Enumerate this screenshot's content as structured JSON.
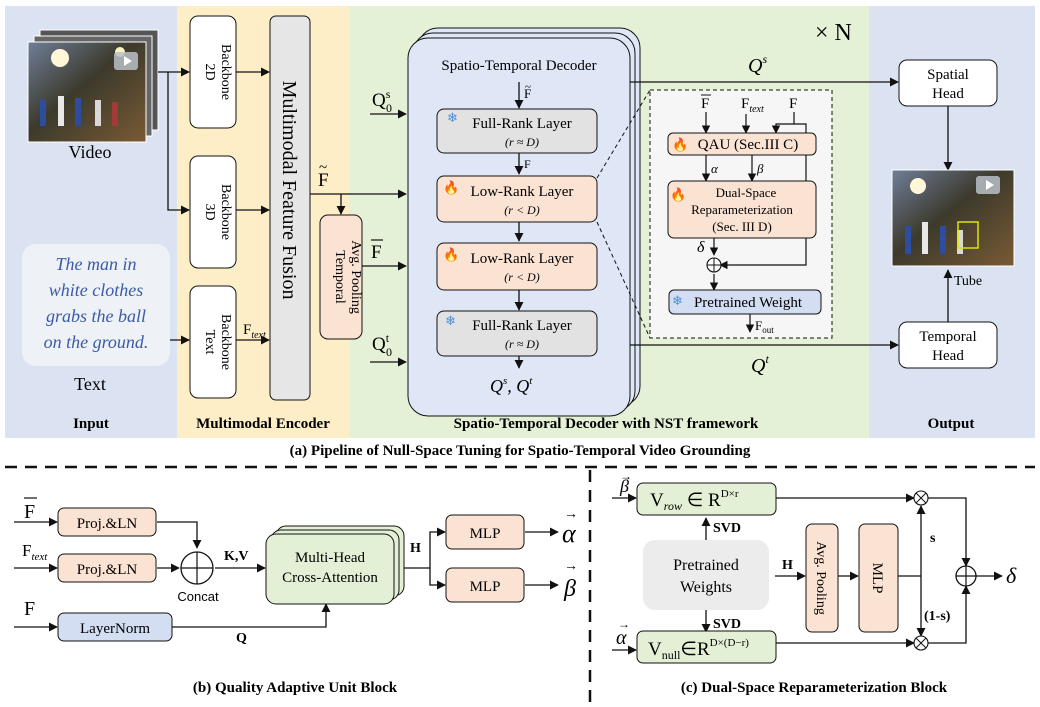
{
  "panel_a": {
    "sections": {
      "input": "Input",
      "encoder": "Multimodal Encoder",
      "decoder": "Spatio-Temporal Decoder with NST framework",
      "output": "Output"
    },
    "caption": "(a) Pipeline of Null-Space Tuning for Spatio-Temporal Video Grounding",
    "video_label": "Video",
    "text_label": "Text",
    "query_text": [
      "The man in",
      "white clothes",
      "grabs the ball",
      "on the ground."
    ],
    "backbones": [
      [
        "2D",
        "Backbone"
      ],
      [
        "3D",
        "Backbone"
      ],
      [
        "Text",
        "Backbone"
      ]
    ],
    "fusion_label": "Multimodal Feature Fusion",
    "pooling_label": [
      "Temporal",
      "Avg. Pooling"
    ],
    "f_text_label": "F",
    "f_text_sub": "text",
    "f_tilde": "F",
    "f_bar": "F",
    "q0s": "Q",
    "q0s_sup": "s",
    "q0s_sub": "0",
    "q0t": "Q",
    "q0t_sup": "t",
    "q0t_sub": "0",
    "decoder_title": "Spatio-Temporal Decoder",
    "times_n": "× N",
    "layers": [
      {
        "name": "Full-Rank Layer",
        "cond": "(r ≈ D)"
      },
      {
        "name": "Low-Rank Layer",
        "cond": "(r < D)"
      },
      {
        "name": "Low-Rank Layer",
        "cond": "(r < D)"
      },
      {
        "name": "Full-Rank Layer",
        "cond": "(r ≈ D)"
      }
    ],
    "f_between": "F",
    "decoder_out": "Q",
    "qs_label": "Q",
    "qs_sup": "s",
    "qt_label": "Q",
    "qt_sup": "t",
    "detail": {
      "f_bar": "F",
      "f_text": "F",
      "f_text_sub": "text",
      "f": "F",
      "qau": "QAU (Sec.III C)",
      "alpha": "α",
      "beta": "β",
      "dsr": [
        "Dual-Space",
        "Reparameterization",
        "(Sec. III D)"
      ],
      "delta": "δ",
      "pretrained": "Pretrained Weight",
      "f_out": "F",
      "f_out_sub": "out"
    },
    "spatial_head": [
      "Spatial",
      "Head"
    ],
    "temporal_head": [
      "Temporal",
      "Head"
    ],
    "tube_label": "Tube"
  },
  "panel_b": {
    "caption": "(b) Quality Adaptive Unit Block",
    "inputs": {
      "f_bar": "F",
      "f_text": "F",
      "f_text_sub": "text",
      "f": "F"
    },
    "proj": "Proj.&LN",
    "layernorm": "LayerNorm",
    "concat": "Concat",
    "kv": "K,V",
    "q": "Q",
    "mhca": [
      "Multi-Head",
      "Cross-Attention"
    ],
    "h": "H",
    "mlp": "MLP",
    "alpha": "α",
    "beta": "β"
  },
  "panel_c": {
    "caption": "(c) Dual-Space Reparameterization Block",
    "beta": "β",
    "alpha": "α",
    "v_row": "V",
    "v_row_sub": "row",
    "v_row_set": "∈ R",
    "v_row_sup": "D×r",
    "v_null": "V",
    "v_null_sub": "null",
    "v_null_set": "∈R",
    "v_null_sup": "D×(D−r)",
    "svd": "SVD",
    "pretrained": [
      "Pretrained",
      "Weights"
    ],
    "h": "H",
    "pooling": "Avg. Pooling",
    "mlp": "MLP",
    "s": "s",
    "one_minus_s": "(1-s)",
    "delta": "δ"
  },
  "colors": {
    "input_bg": "#dbe3f3",
    "encoder_bg": "#fdeec8",
    "decoder_bg": "#e4f1d6",
    "output_bg": "#dbe3f3",
    "low_rank": "#fbe3d3",
    "full_rank": "#e2e2e2",
    "green_box": "#e3f0d6",
    "blue_box": "#d3def3",
    "decoder_card": "#dfe6f6"
  }
}
